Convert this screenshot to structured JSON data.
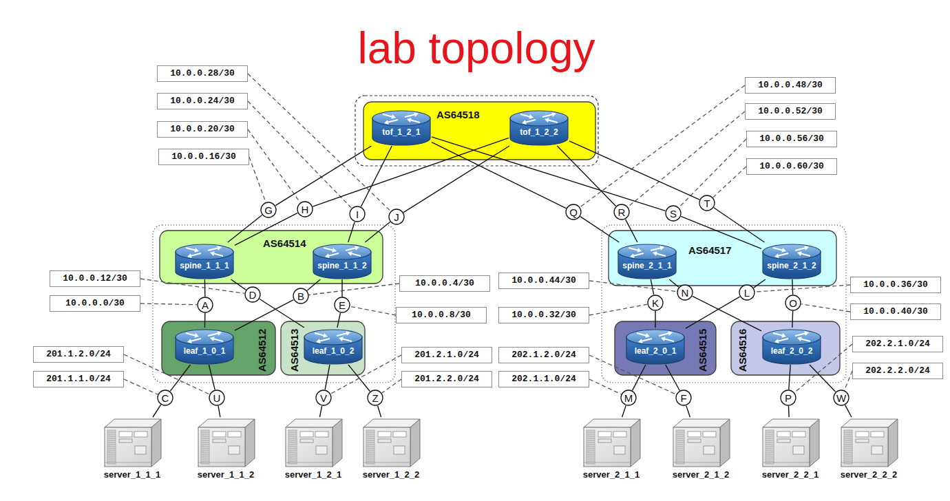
{
  "diagram": {
    "title": "lab topology",
    "nodes": [
      {
        "text": [
          "10.0.0.28/30"
        ]
      },
      {
        "text": [
          "10.0.0.24/30"
        ]
      },
      {
        "text": [
          "10.0.0.20/30"
        ]
      },
      {
        "text": [
          "10.0.0.16/30"
        ]
      },
      {
        "text": [
          "10.0.0.48/30"
        ]
      },
      {
        "text": [
          "10.0.0.52/30"
        ]
      },
      {
        "text": [
          "10.0.0.56/30"
        ]
      },
      {
        "text": [
          "10.0.0.60/30"
        ]
      },
      {
        "text": [
          "AS64518"
        ]
      },
      {
        "text": [
          "tof_1_2_1"
        ],
        "in": 8
      },
      {
        "text": [
          "tof_1_2_2"
        ],
        "in": 8
      },
      {
        "text": [
          "G"
        ]
      },
      {
        "text": [
          "H"
        ]
      },
      {
        "text": [
          "I"
        ]
      },
      {
        "text": [
          "J"
        ]
      },
      {
        "text": [
          "Q"
        ]
      },
      {
        "text": [
          "R"
        ]
      },
      {
        "text": [
          "S"
        ]
      },
      {
        "text": [
          "T"
        ]
      },
      {
        "text": [
          "AS64514"
        ]
      },
      {
        "text": [
          "spine_1_1_1"
        ],
        "in": 19
      },
      {
        "text": [
          "spine_1_1_2"
        ],
        "in": 19
      },
      {
        "text": [
          "AS64517"
        ]
      },
      {
        "text": [
          "spine_2_1_1"
        ],
        "in": 22
      },
      {
        "text": [
          "spine_2_1_2"
        ],
        "in": 22
      },
      {
        "text": [
          "10.0.0.12/30"
        ]
      },
      {
        "text": [
          "10.0.0.0/30"
        ]
      },
      {
        "text": [
          "D"
        ]
      },
      {
        "text": [
          "B"
        ]
      },
      {
        "text": [
          "A"
        ]
      },
      {
        "text": [
          "E"
        ]
      },
      {
        "text": [
          "10.0.0.4/30"
        ]
      },
      {
        "text": [
          "10.0.0.8/30"
        ]
      },
      {
        "text": [
          "10.0.0.44/30"
        ]
      },
      {
        "text": [
          "10.0.0.32/30"
        ]
      },
      {
        "text": [
          "N"
        ]
      },
      {
        "text": [
          "L"
        ]
      },
      {
        "text": [
          "K"
        ]
      },
      {
        "text": [
          "O"
        ]
      },
      {
        "text": [
          "10.0.0.36/30"
        ]
      },
      {
        "text": [
          "10.0.0.40/30"
        ]
      },
      {
        "text": [
          "AS64512"
        ]
      },
      {
        "text": [
          "leaf_1_0_1"
        ],
        "in": 41
      },
      {
        "text": [
          "AS64513"
        ]
      },
      {
        "text": [
          "leaf_1_0_2"
        ],
        "in": 43
      },
      {
        "text": [
          "AS64515"
        ]
      },
      {
        "text": [
          "leaf_2_0_1"
        ],
        "in": 45
      },
      {
        "text": [
          "AS64516"
        ]
      },
      {
        "text": [
          "leaf_2_0_2"
        ],
        "in": 47
      },
      {
        "text": [
          "201.1.2.0/24"
        ]
      },
      {
        "text": [
          "201.1.1.0/24"
        ]
      },
      {
        "text": [
          "201.2.1.0/24"
        ]
      },
      {
        "text": [
          "201.2.2.0/24"
        ]
      },
      {
        "text": [
          "202.1.2.0/24"
        ]
      },
      {
        "text": [
          "202.1.1.0/24"
        ]
      },
      {
        "text": [
          "202.2.1.0/24"
        ]
      },
      {
        "text": [
          "202.2.2.0/24"
        ]
      },
      {
        "text": [
          "C"
        ]
      },
      {
        "text": [
          "U"
        ]
      },
      {
        "text": [
          "V"
        ]
      },
      {
        "text": [
          "Z"
        ]
      },
      {
        "text": [
          "M"
        ]
      },
      {
        "text": [
          "F"
        ]
      },
      {
        "text": [
          "P"
        ]
      },
      {
        "text": [
          "W"
        ]
      },
      {
        "text": [
          "server_1_1_1"
        ]
      },
      {
        "text": [
          "server_1_1_2"
        ]
      },
      {
        "text": [
          "server_1_2_1"
        ]
      },
      {
        "text": [
          "server_1_2_2"
        ]
      },
      {
        "text": [
          "server_2_1_1"
        ]
      },
      {
        "text": [
          "server_2_1_2"
        ]
      },
      {
        "text": [
          "server_2_2_1"
        ]
      },
      {
        "text": [
          "server_2_2_2"
        ]
      }
    ],
    "edges": [
      {
        "from": 3,
        "to": 11,
        "arrow": "none"
      },
      {
        "from": 2,
        "to": 12,
        "arrow": "none"
      },
      {
        "from": 1,
        "to": 13,
        "arrow": "none"
      },
      {
        "from": 0,
        "to": 14,
        "arrow": "none"
      },
      {
        "from": 4,
        "to": 15,
        "arrow": "none"
      },
      {
        "from": 5,
        "to": 16,
        "arrow": "none"
      },
      {
        "from": 6,
        "to": 17,
        "arrow": "none"
      },
      {
        "from": 7,
        "to": 18,
        "arrow": "none"
      },
      {
        "from": 9,
        "to": 11,
        "arrow": "none"
      },
      {
        "from": 11,
        "to": 20,
        "arrow": "none"
      },
      {
        "from": 10,
        "to": 12,
        "arrow": "none"
      },
      {
        "from": 12,
        "to": 20,
        "arrow": "none"
      },
      {
        "from": 9,
        "to": 13,
        "arrow": "none"
      },
      {
        "from": 13,
        "to": 21,
        "arrow": "none"
      },
      {
        "from": 10,
        "to": 14,
        "arrow": "none"
      },
      {
        "from": 14,
        "to": 21,
        "arrow": "none"
      },
      {
        "from": 9,
        "to": 15,
        "arrow": "none"
      },
      {
        "from": 15,
        "to": 23,
        "arrow": "none"
      },
      {
        "from": 10,
        "to": 16,
        "arrow": "none"
      },
      {
        "from": 16,
        "to": 23,
        "arrow": "none"
      },
      {
        "from": 9,
        "to": 17,
        "arrow": "none"
      },
      {
        "from": 17,
        "to": 24,
        "arrow": "none"
      },
      {
        "from": 10,
        "to": 18,
        "arrow": "none"
      },
      {
        "from": 18,
        "to": 24,
        "arrow": "none"
      },
      {
        "from": 20,
        "to": 29,
        "arrow": "none"
      },
      {
        "from": 29,
        "to": 42,
        "arrow": "none"
      },
      {
        "from": 20,
        "to": 27,
        "arrow": "none"
      },
      {
        "from": 27,
        "to": 44,
        "arrow": "none"
      },
      {
        "from": 21,
        "to": 28,
        "arrow": "none"
      },
      {
        "from": 28,
        "to": 42,
        "arrow": "none"
      },
      {
        "from": 21,
        "to": 30,
        "arrow": "none"
      },
      {
        "from": 30,
        "to": 44,
        "arrow": "none"
      },
      {
        "from": 25,
        "to": 27,
        "arrow": "none"
      },
      {
        "from": 26,
        "to": 29,
        "arrow": "none"
      },
      {
        "from": 31,
        "to": 28,
        "arrow": "none"
      },
      {
        "from": 32,
        "to": 30,
        "arrow": "none"
      },
      {
        "from": 23,
        "to": 37,
        "arrow": "none"
      },
      {
        "from": 37,
        "to": 46,
        "arrow": "none"
      },
      {
        "from": 23,
        "to": 35,
        "arrow": "none"
      },
      {
        "from": 35,
        "to": 48,
        "arrow": "none"
      },
      {
        "from": 24,
        "to": 36,
        "arrow": "none"
      },
      {
        "from": 36,
        "to": 46,
        "arrow": "none"
      },
      {
        "from": 24,
        "to": 38,
        "arrow": "none"
      },
      {
        "from": 38,
        "to": 48,
        "arrow": "none"
      },
      {
        "from": 33,
        "to": 35,
        "arrow": "none"
      },
      {
        "from": 34,
        "to": 37,
        "arrow": "none"
      },
      {
        "from": 39,
        "to": 36,
        "arrow": "none"
      },
      {
        "from": 40,
        "to": 38,
        "arrow": "none"
      },
      {
        "from": 42,
        "to": 57,
        "arrow": "none"
      },
      {
        "from": 57,
        "to": 65,
        "arrow": "none"
      },
      {
        "from": 42,
        "to": 58,
        "arrow": "none"
      },
      {
        "from": 58,
        "to": 66,
        "arrow": "none"
      },
      {
        "from": 44,
        "to": 59,
        "arrow": "none"
      },
      {
        "from": 59,
        "to": 67,
        "arrow": "none"
      },
      {
        "from": 44,
        "to": 60,
        "arrow": "none"
      },
      {
        "from": 60,
        "to": 68,
        "arrow": "none"
      },
      {
        "from": 46,
        "to": 61,
        "arrow": "none"
      },
      {
        "from": 61,
        "to": 69,
        "arrow": "none"
      },
      {
        "from": 46,
        "to": 62,
        "arrow": "none"
      },
      {
        "from": 62,
        "to": 70,
        "arrow": "none"
      },
      {
        "from": 48,
        "to": 63,
        "arrow": "none"
      },
      {
        "from": 63,
        "to": 71,
        "arrow": "none"
      },
      {
        "from": 48,
        "to": 64,
        "arrow": "none"
      },
      {
        "from": 64,
        "to": 72,
        "arrow": "none"
      },
      {
        "from": 50,
        "to": 57,
        "arrow": "none"
      },
      {
        "from": 49,
        "to": 58,
        "arrow": "none"
      },
      {
        "from": 51,
        "to": 59,
        "arrow": "none"
      },
      {
        "from": 52,
        "to": 60,
        "arrow": "none"
      },
      {
        "from": 54,
        "to": 61,
        "arrow": "none"
      },
      {
        "from": 53,
        "to": 62,
        "arrow": "none"
      },
      {
        "from": 55,
        "to": 63,
        "arrow": "none"
      },
      {
        "from": 56,
        "to": 64,
        "arrow": "none"
      }
    ]
  }
}
